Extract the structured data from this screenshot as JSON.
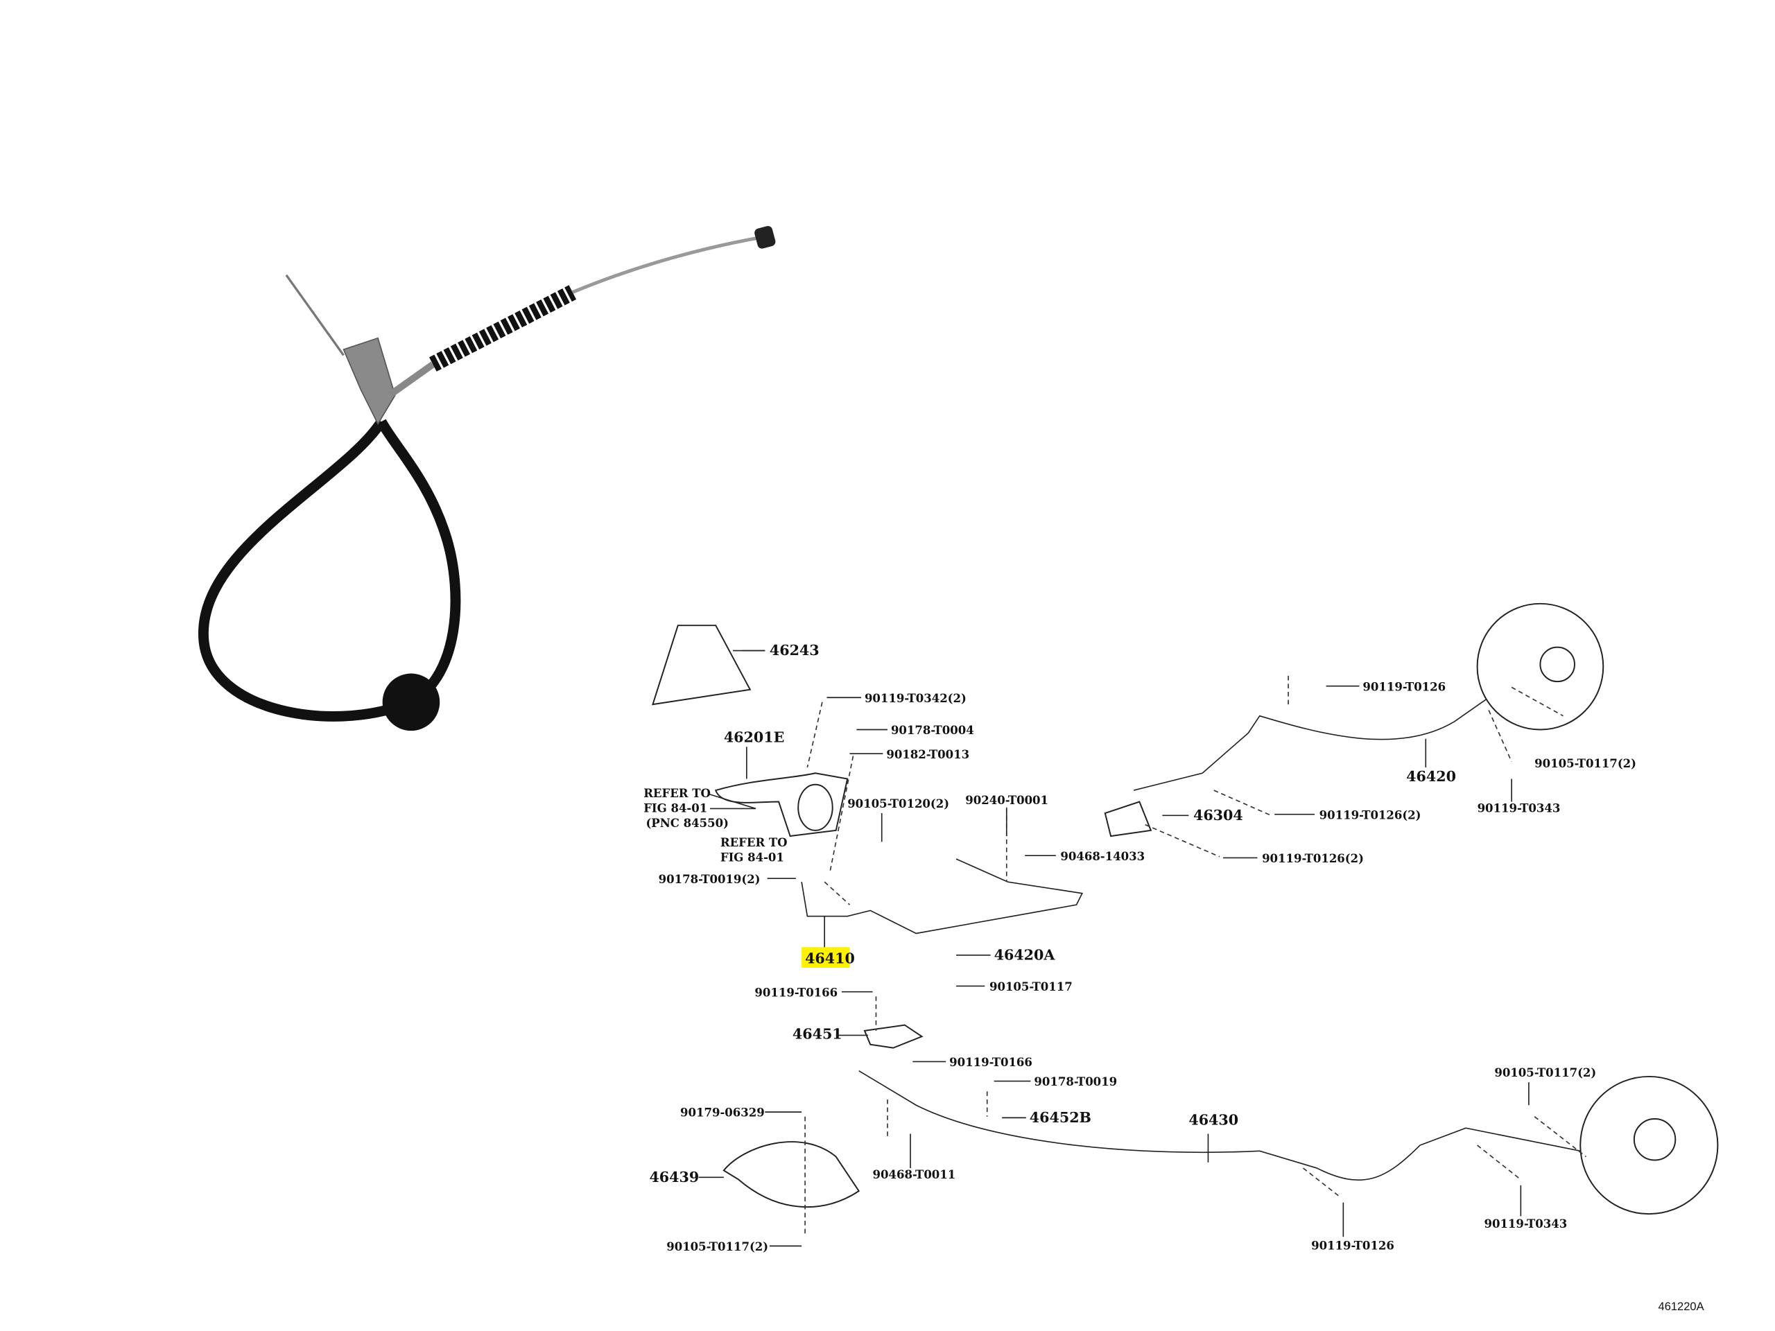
{
  "diagram": {
    "highlight_color": "#fff200",
    "highlighted_part": "46410",
    "reference_code": "461220A",
    "labels": {
      "p46243": "46243",
      "p90119_T0342": "90119-T0342(2)",
      "p90178_T0004": "90178-T0004",
      "p90182_T0013": "90182-T0013",
      "p46201E": "46201E",
      "refer1_a": "REFER TO",
      "refer1_b": "FIG 84-01",
      "refer1_c": "(PNC 84550)",
      "p90105_T0120": "90105-T0120(2)",
      "p90240_T0001": "90240-T0001",
      "refer2_a": "REFER TO",
      "refer2_b": "FIG 84-01",
      "p90468_14033": "90468-14033",
      "p90178_T0019_2": "90178-T0019(2)",
      "p46410": "46410",
      "p46420A": "46420A",
      "p90105_T0117_a": "90105-T0117",
      "p90119_T0166_a": "90119-T0166",
      "p46451": "46451",
      "p90119_T0166_b": "90119-T0166",
      "p90178_T0019": "90178-T0019",
      "p90179_06329": "90179-06329",
      "p46452B": "46452B",
      "p46430": "46430",
      "p90468_T0011": "90468-T0011",
      "p46439": "46439",
      "p90105_T0117_2a": "90105-T0117(2)",
      "p90119_T0126_a": "90119-T0126",
      "p90119_T0343_a": "90119-T0343",
      "p90105_T0117_2b": "90105-T0117(2)",
      "p90119_T0126_b": "90119-T0126",
      "p46420": "46420",
      "p90105_T0117_2c": "90105-T0117(2)",
      "p90119_T0343_b": "90119-T0343",
      "p46304": "46304",
      "p90119_T0126_2a": "90119-T0126(2)",
      "p90119_T0126_2b": "90119-T0126(2)"
    }
  }
}
